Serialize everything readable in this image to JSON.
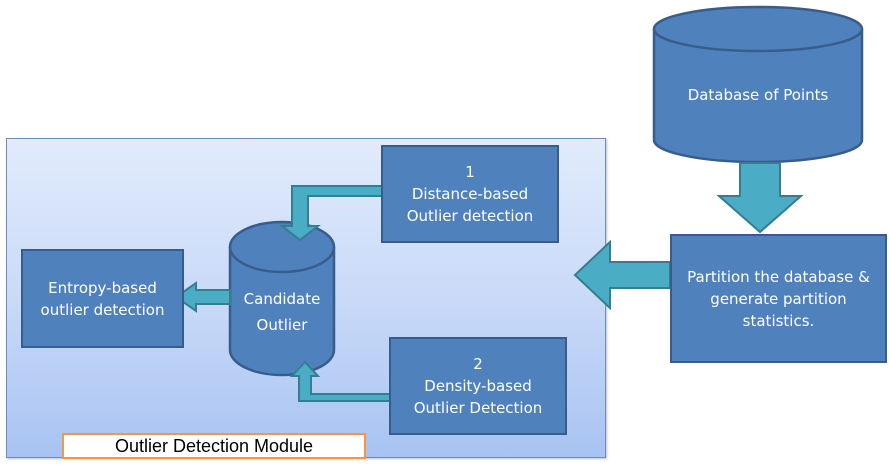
{
  "diagram": {
    "module_label": "Outlier Detection Module",
    "nodes": {
      "database": {
        "label": "Database of Points",
        "shape": "cylinder"
      },
      "partition": {
        "lines": [
          "Partition the database &",
          "generate partition",
          "statistics."
        ],
        "shape": "rectangle"
      },
      "distance": {
        "number": "1",
        "lines": [
          "Distance-based",
          "Outlier detection"
        ],
        "shape": "rectangle"
      },
      "density": {
        "number": "2",
        "lines": [
          "Density-based",
          "Outlier Detection"
        ],
        "shape": "rectangle"
      },
      "candidate": {
        "lines": [
          "Candidate",
          "Outlier"
        ],
        "shape": "cylinder"
      },
      "entropy": {
        "lines": [
          "Entropy-based",
          "outlier detection"
        ],
        "shape": "rectangle"
      }
    },
    "edges": [
      {
        "from": "database",
        "to": "partition"
      },
      {
        "from": "partition",
        "to": "module"
      },
      {
        "from": "distance",
        "to": "candidate"
      },
      {
        "from": "density",
        "to": "candidate"
      },
      {
        "from": "candidate",
        "to": "entropy"
      }
    ],
    "colors": {
      "node_fill": "#4f81bd",
      "node_border": "#385d8a",
      "arrow_fill": "#4bacc6",
      "arrow_border": "#357d91",
      "label_border": "#f79646"
    }
  }
}
